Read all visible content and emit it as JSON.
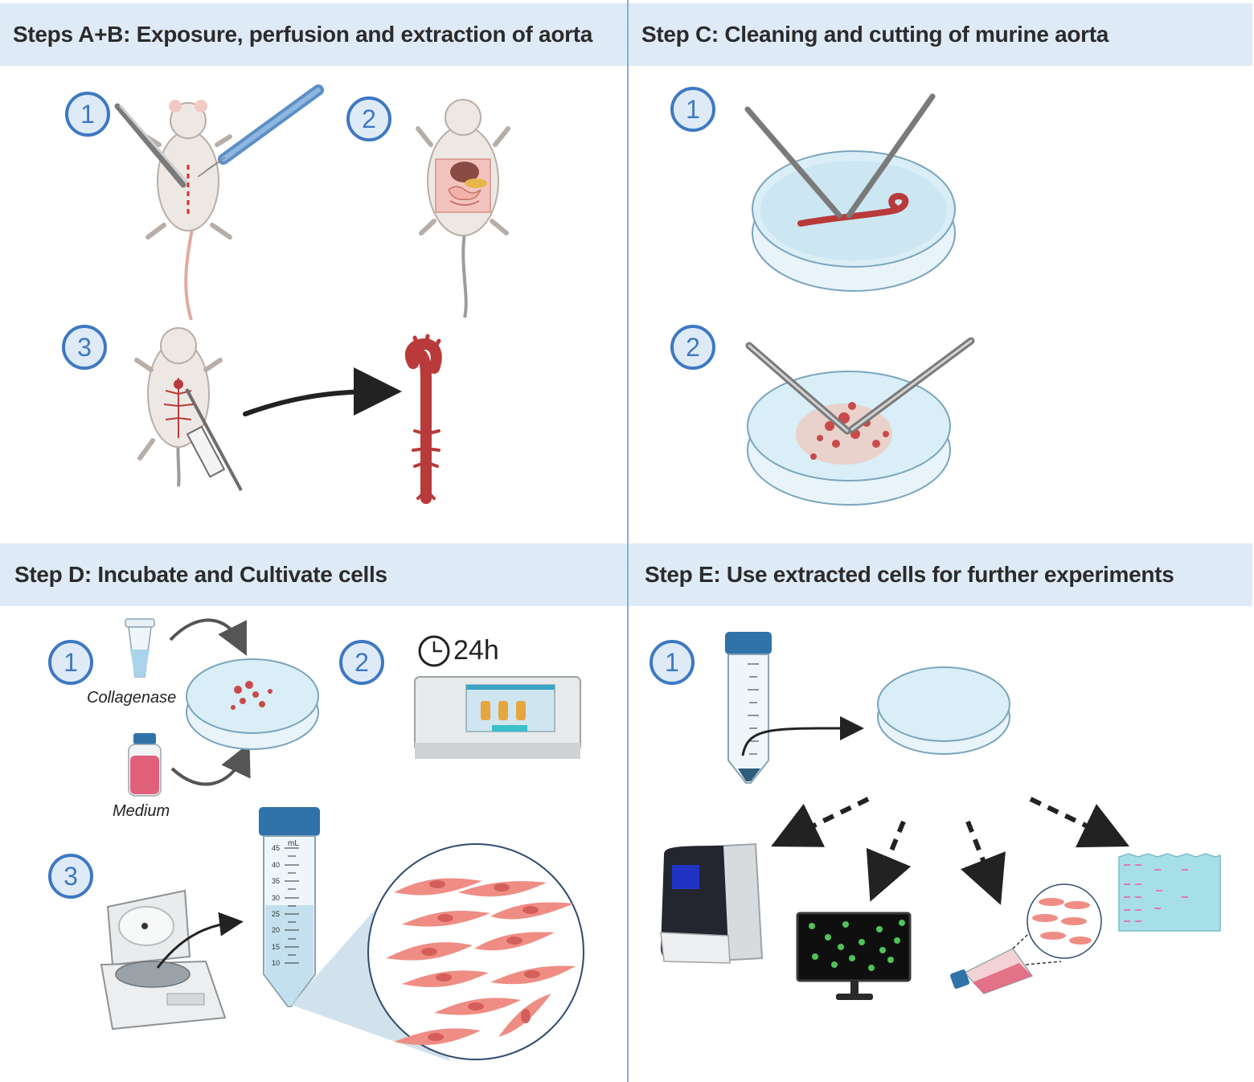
{
  "panels": {
    "ab": {
      "title": "Steps A+B: Exposure, perfusion and extraction of aorta",
      "steps": [
        "1",
        "2",
        "3"
      ]
    },
    "c": {
      "title": "Step C: Cleaning and cutting of murine aorta",
      "steps": [
        "1",
        "2"
      ]
    },
    "d": {
      "title": "Step D: Incubate and Cultivate cells",
      "steps": [
        "1",
        "2",
        "3"
      ],
      "labels": {
        "collagenase": "Collagenase",
        "medium": "Medium",
        "timer": "24h"
      }
    },
    "e": {
      "title": "Step E: Use extracted cells for further experiments",
      "steps": [
        "1"
      ]
    }
  },
  "tube_scale": [
    "45",
    "40",
    "35",
    "30",
    "25",
    "20",
    "15",
    "10"
  ],
  "tube_unit": "mL",
  "colors": {
    "header_bg": "#deebf7",
    "badge": "#3e78c2",
    "divider": "#8aaed0",
    "aorta": "#b93a3a",
    "dish": "#d9eef7",
    "cell": "#ef8d84",
    "medium": "#e0607a"
  }
}
